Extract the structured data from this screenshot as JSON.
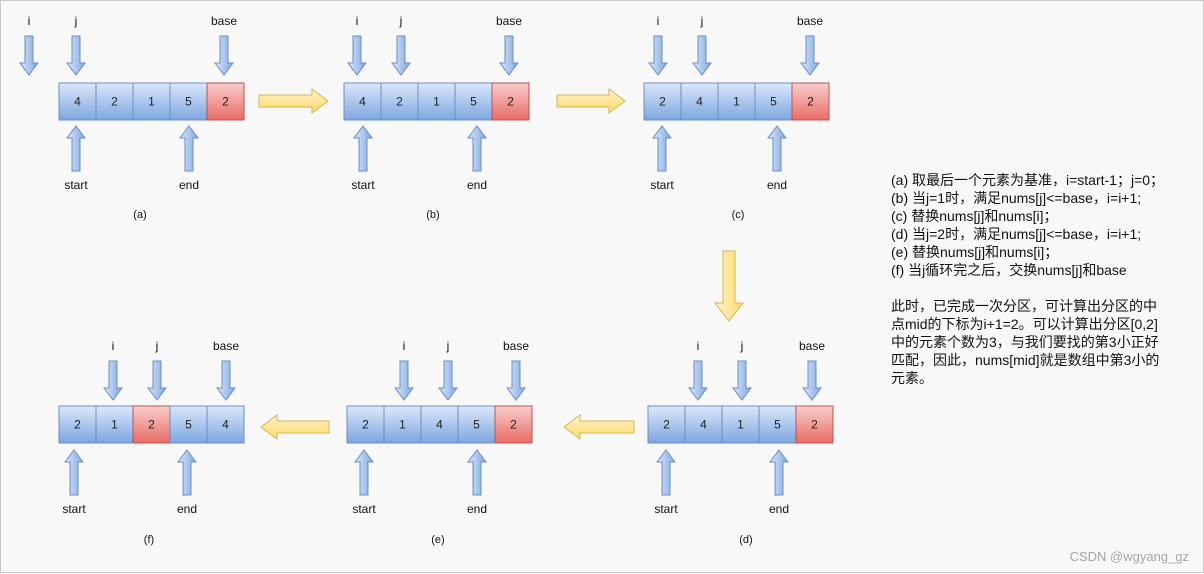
{
  "states": [
    {
      "id": "a",
      "caption": "(a)",
      "cells": [
        "4",
        "2",
        "1",
        "5",
        "2"
      ],
      "pivot_index": 4,
      "top_labels": [
        "i",
        "j",
        "base"
      ],
      "bottom_labels": [
        "start",
        "end"
      ]
    },
    {
      "id": "b",
      "caption": "(b)",
      "cells": [
        "4",
        "2",
        "1",
        "5",
        "2"
      ],
      "pivot_index": 4,
      "top_labels": [
        "i",
        "j",
        "base"
      ],
      "bottom_labels": [
        "start",
        "end"
      ]
    },
    {
      "id": "c",
      "caption": "(c)",
      "cells": [
        "2",
        "4",
        "1",
        "5",
        "2"
      ],
      "pivot_index": 4,
      "top_labels": [
        "i",
        "j",
        "base"
      ],
      "bottom_labels": [
        "start",
        "end"
      ]
    },
    {
      "id": "d",
      "caption": "(d)",
      "cells": [
        "2",
        "4",
        "1",
        "5",
        "2"
      ],
      "pivot_index": 4,
      "top_labels": [
        "i",
        "j",
        "base"
      ],
      "bottom_labels": [
        "start",
        "end"
      ]
    },
    {
      "id": "e",
      "caption": "(e)",
      "cells": [
        "2",
        "1",
        "4",
        "5",
        "2"
      ],
      "pivot_index": 4,
      "top_labels": [
        "i",
        "j",
        "base"
      ],
      "bottom_labels": [
        "start",
        "end"
      ]
    },
    {
      "id": "f",
      "caption": "(f)",
      "cells": [
        "2",
        "1",
        "2",
        "5",
        "4"
      ],
      "pivot_index": 2,
      "top_labels": [
        "i",
        "j",
        "base"
      ],
      "bottom_labels": [
        "start",
        "end"
      ]
    }
  ],
  "description": {
    "steps": [
      "(a) 取最后一个元素为基准，i=start-1；j=0；",
      "(b) 当j=1时，满足nums[j]<=base，i=i+1;",
      "(c) 替换nums[j]和nums[i]；",
      "(d) 当j=2时，满足nums[j]<=base，i=i+1;",
      "(e) 替换nums[j]和nums[i]；",
      "(f) 当j循环完之后，交换nums[j]和base"
    ],
    "conclusion": [
      "此时，已完成一次分区，可计算出分区的中",
      "点mid的下标为i+1=2。可以计算出分区[0,2]",
      "中的元素个数为3，与我们要找的第3小正好",
      "匹配，因此，nums[mid]就是数组中第3小的",
      "元素。"
    ]
  },
  "watermark": "CSDN @wgyang_gz",
  "colors": {
    "cell_blue_top": "#dae8fc",
    "cell_blue_bottom": "#7ea6e0",
    "cell_red_top": "#f8cecc",
    "cell_red_bottom": "#ea6b66",
    "cell_stroke": "#6c8ebf",
    "red_stroke": "#b85450",
    "flow_arrow_top": "#fff2cc",
    "flow_arrow_bottom": "#ffd966",
    "flow_arrow_stroke": "#d6b656"
  }
}
